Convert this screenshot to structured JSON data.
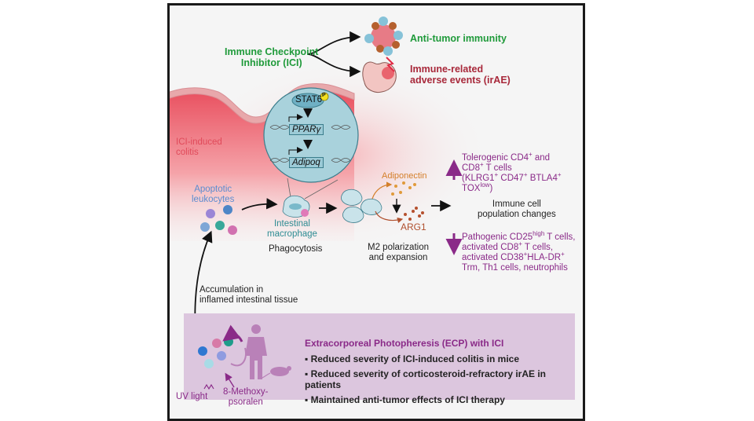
{
  "top": {
    "ici_label_line1": "Immune Checkpoint",
    "ici_label_line2": "Inhibitor (ICI)",
    "anti_tumor": "Anti-tumor immunity",
    "irae_line1": "Immune-related",
    "irae_line2": "adverse events (irAE)"
  },
  "colitis": {
    "label_line1": "ICI-induced",
    "label_line2": "colitis"
  },
  "pathway": {
    "stat6": "STAT6",
    "phospho": "P",
    "gene1": "PPARγ",
    "gene2": "Adipoq"
  },
  "cells": {
    "apoptotic_line1": "Apoptotic",
    "apoptotic_line2": "leukocytes",
    "macrophage_line1": "Intestinal",
    "macrophage_line2": "macrophage",
    "phagocytosis": "Phagocytosis",
    "adiponectin": "Adiponectin",
    "arg1": "ARG1",
    "m2_line1": "M2 polarization",
    "m2_line2": "and expansion",
    "accumulation_line1": "Accumulation in",
    "accumulation_line2": "inflamed intestinal tissue"
  },
  "population": {
    "label_line1": "Immune cell",
    "label_line2": "population changes",
    "up": {
      "line1": "Tolerogenic CD4",
      "line1_sup": "+",
      "line1_end": " and",
      "line2": "CD8",
      "line2_sup": "+",
      "line2_end": " T cells",
      "line3_a": "(KLRG1",
      "line3_b": " CD47",
      "line3_c": " BTLA4",
      "sup_plus": "+",
      "line4": "TOX",
      "line4_sup": "low",
      "line4_end": ")"
    },
    "down": {
      "line1": "Pathogenic CD25",
      "line1_sup": "high",
      "line1_end": " T cells,",
      "line2": "activated CD8",
      "line2_sup": "+",
      "line2_end": " T cells,",
      "line3": "activated CD38",
      "line3_sup": "+",
      "line3_mid": "HLA-DR",
      "line3_sup2": "+",
      "line4": "Trm, Th1 cells, neutrophils"
    }
  },
  "ecp": {
    "title": "Extracorporeal Photopheresis (ECP) with ICI",
    "bullets": [
      "Reduced severity of ICI-induced colitis in mice",
      "Reduced severity of corticosteroid-refractory irAE in patients",
      "Maintained anti-tumor effects of ICI therapy"
    ],
    "uv_light": "UV light",
    "methoxy_line1": "8-Methoxy-",
    "methoxy_line2": "psoralen"
  }
}
